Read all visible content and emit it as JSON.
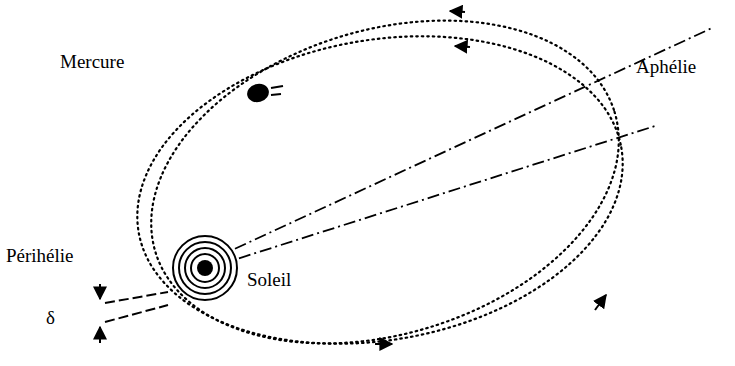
{
  "diagram": {
    "labels": [
      "Mercure",
      "Aphélie",
      "Périhélie",
      "δ",
      "Soleil"
    ]
  }
}
